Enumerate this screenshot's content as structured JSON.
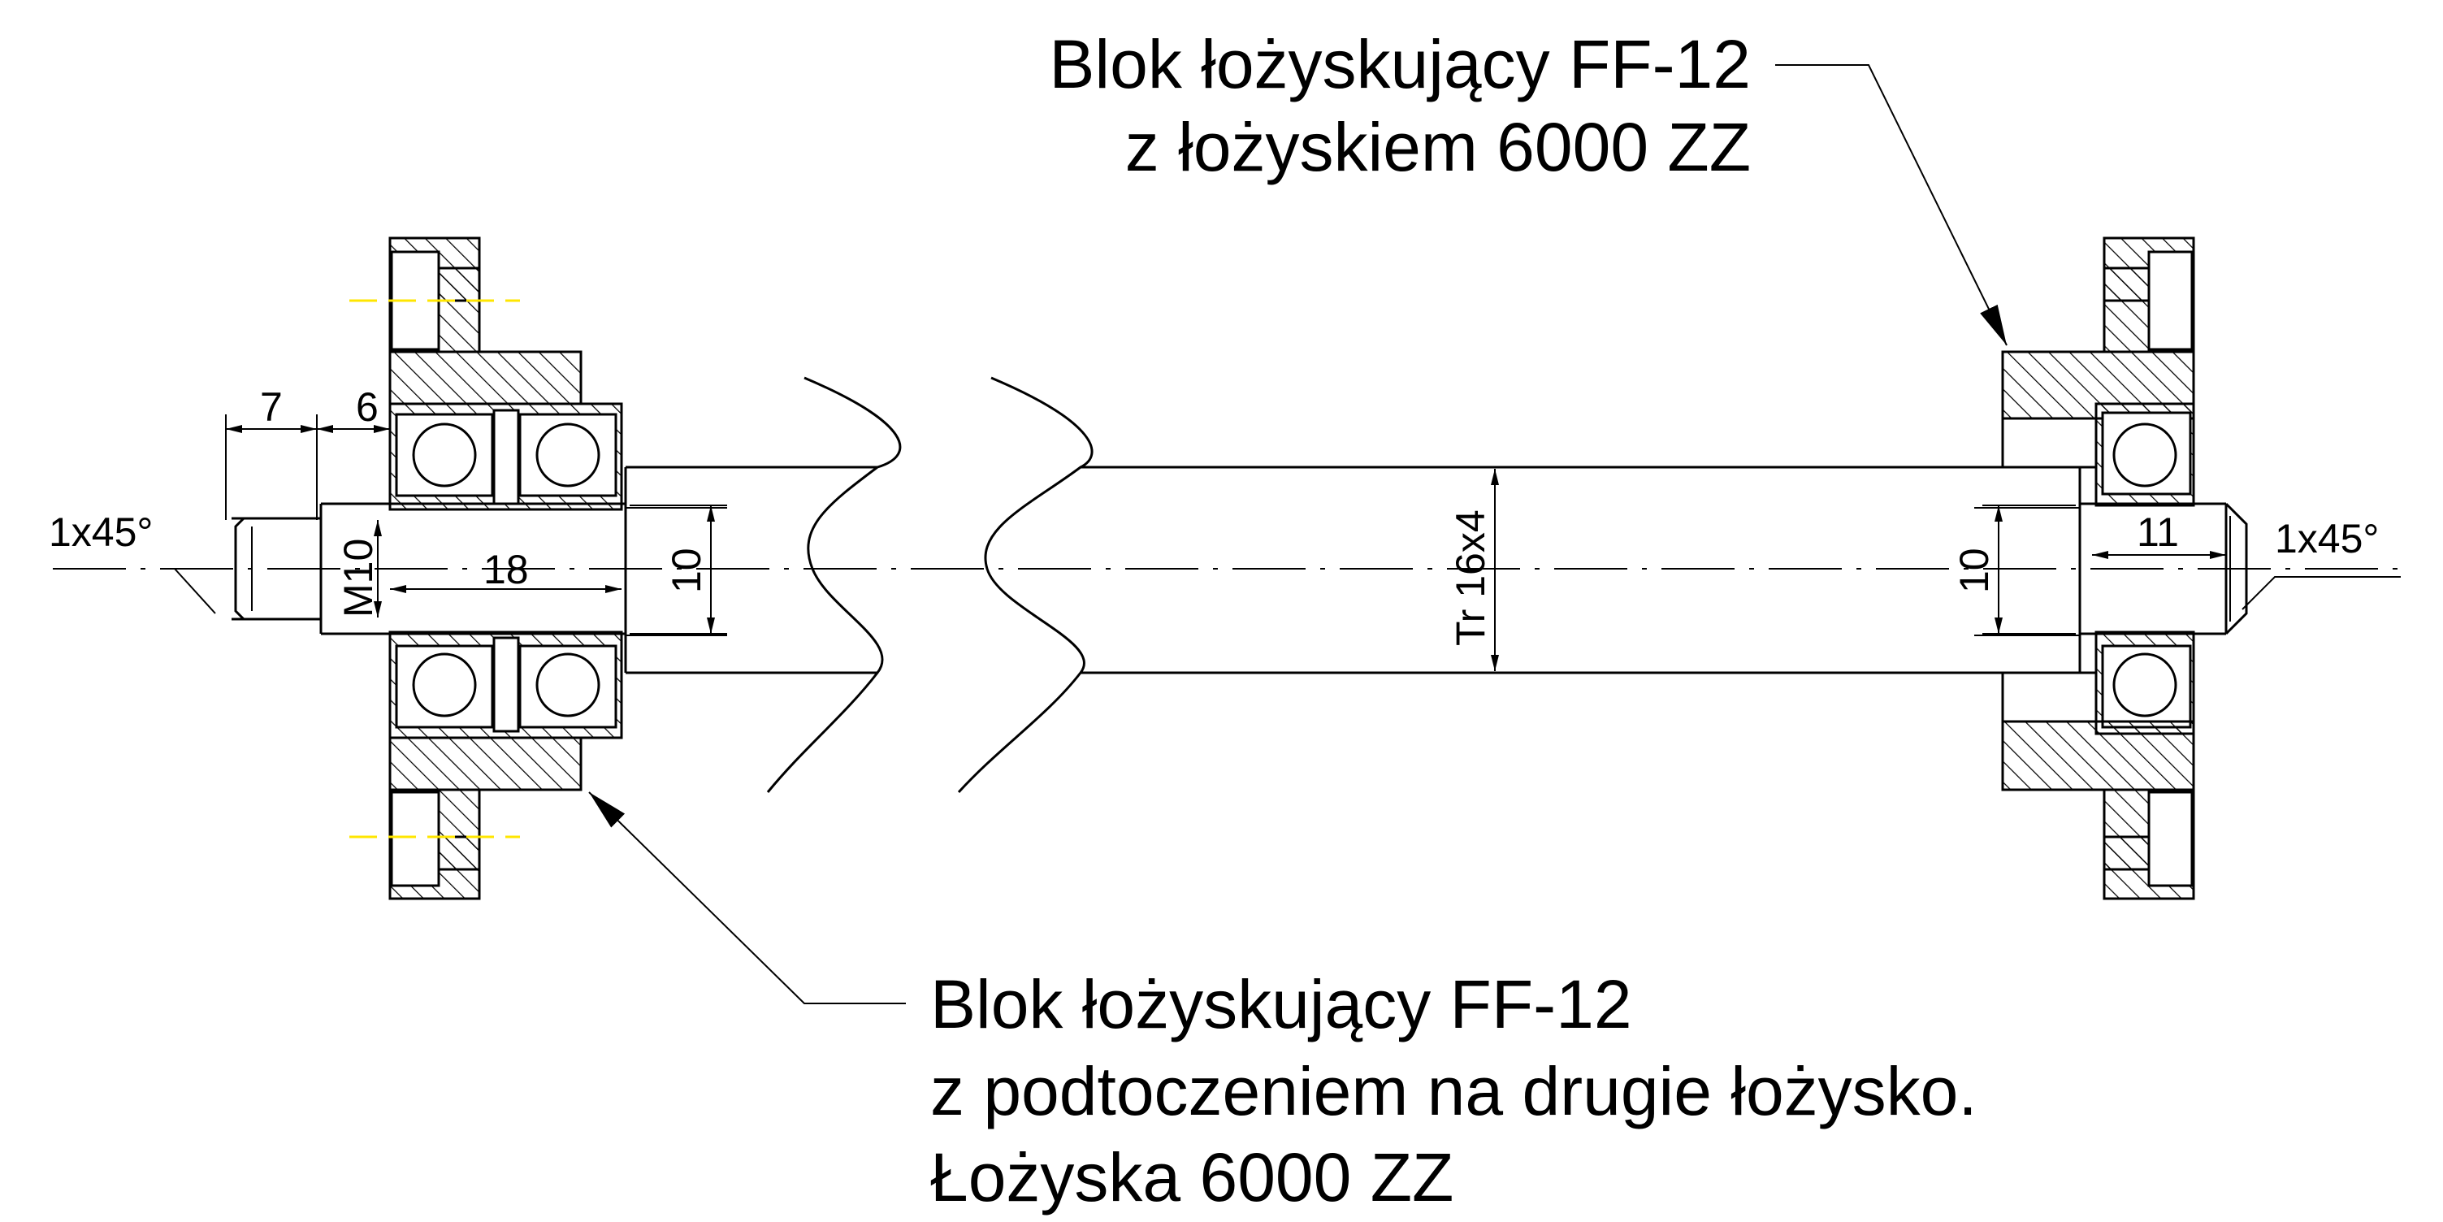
{
  "labels": {
    "top_callout_line1": "Blok łożyskujący FF-12",
    "top_callout_line2": "z łożyskiem 6000 ZZ",
    "bottom_callout_line1": "Blok łożyskujący FF-12",
    "bottom_callout_line2": "z podtoczeniem na drugie łożysko.",
    "bottom_callout_line3": "Łożyska 6000 ZZ"
  },
  "dimensions": {
    "chamfer_left": "1x45°",
    "chamfer_right": "1x45°",
    "length_7": "7",
    "length_6": "6",
    "thread_m10": "M10",
    "length_18": "18",
    "diameter_10_left": "10",
    "thread_tr": "Tr 16x4",
    "diameter_10_right": "10",
    "length_11": "11"
  }
}
